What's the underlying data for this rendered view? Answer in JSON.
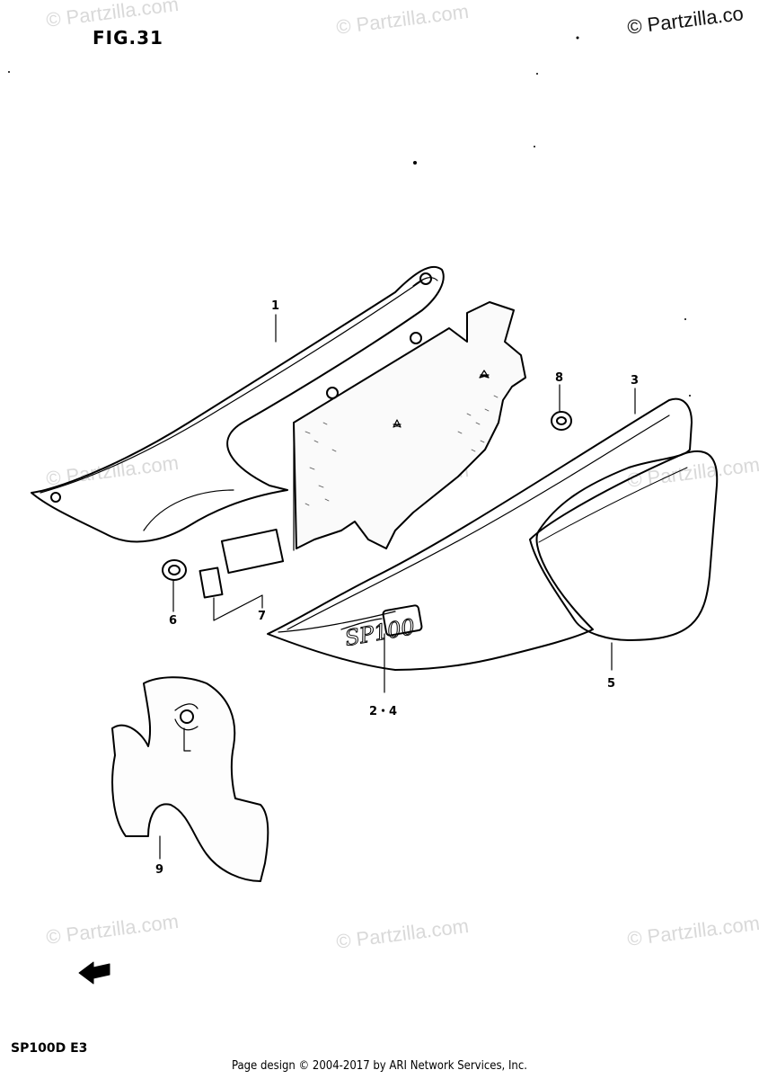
{
  "figure_title": "FIG.31",
  "copyright_corner": "© Partzilla.co",
  "watermark_text": "© Partzilla.com",
  "callouts": {
    "p1": "1",
    "p2_4": "2・4",
    "p3": "3",
    "p5": "5",
    "p6": "6",
    "p7": "7",
    "p8": "8",
    "p9": "9"
  },
  "emblem_text": "SP100",
  "model_code": "SP100D E3",
  "footer": "Page design © 2004-2017 by ARI Network Services, Inc.",
  "icons": {
    "direction_arrow": "front-direction-arrow-icon"
  }
}
